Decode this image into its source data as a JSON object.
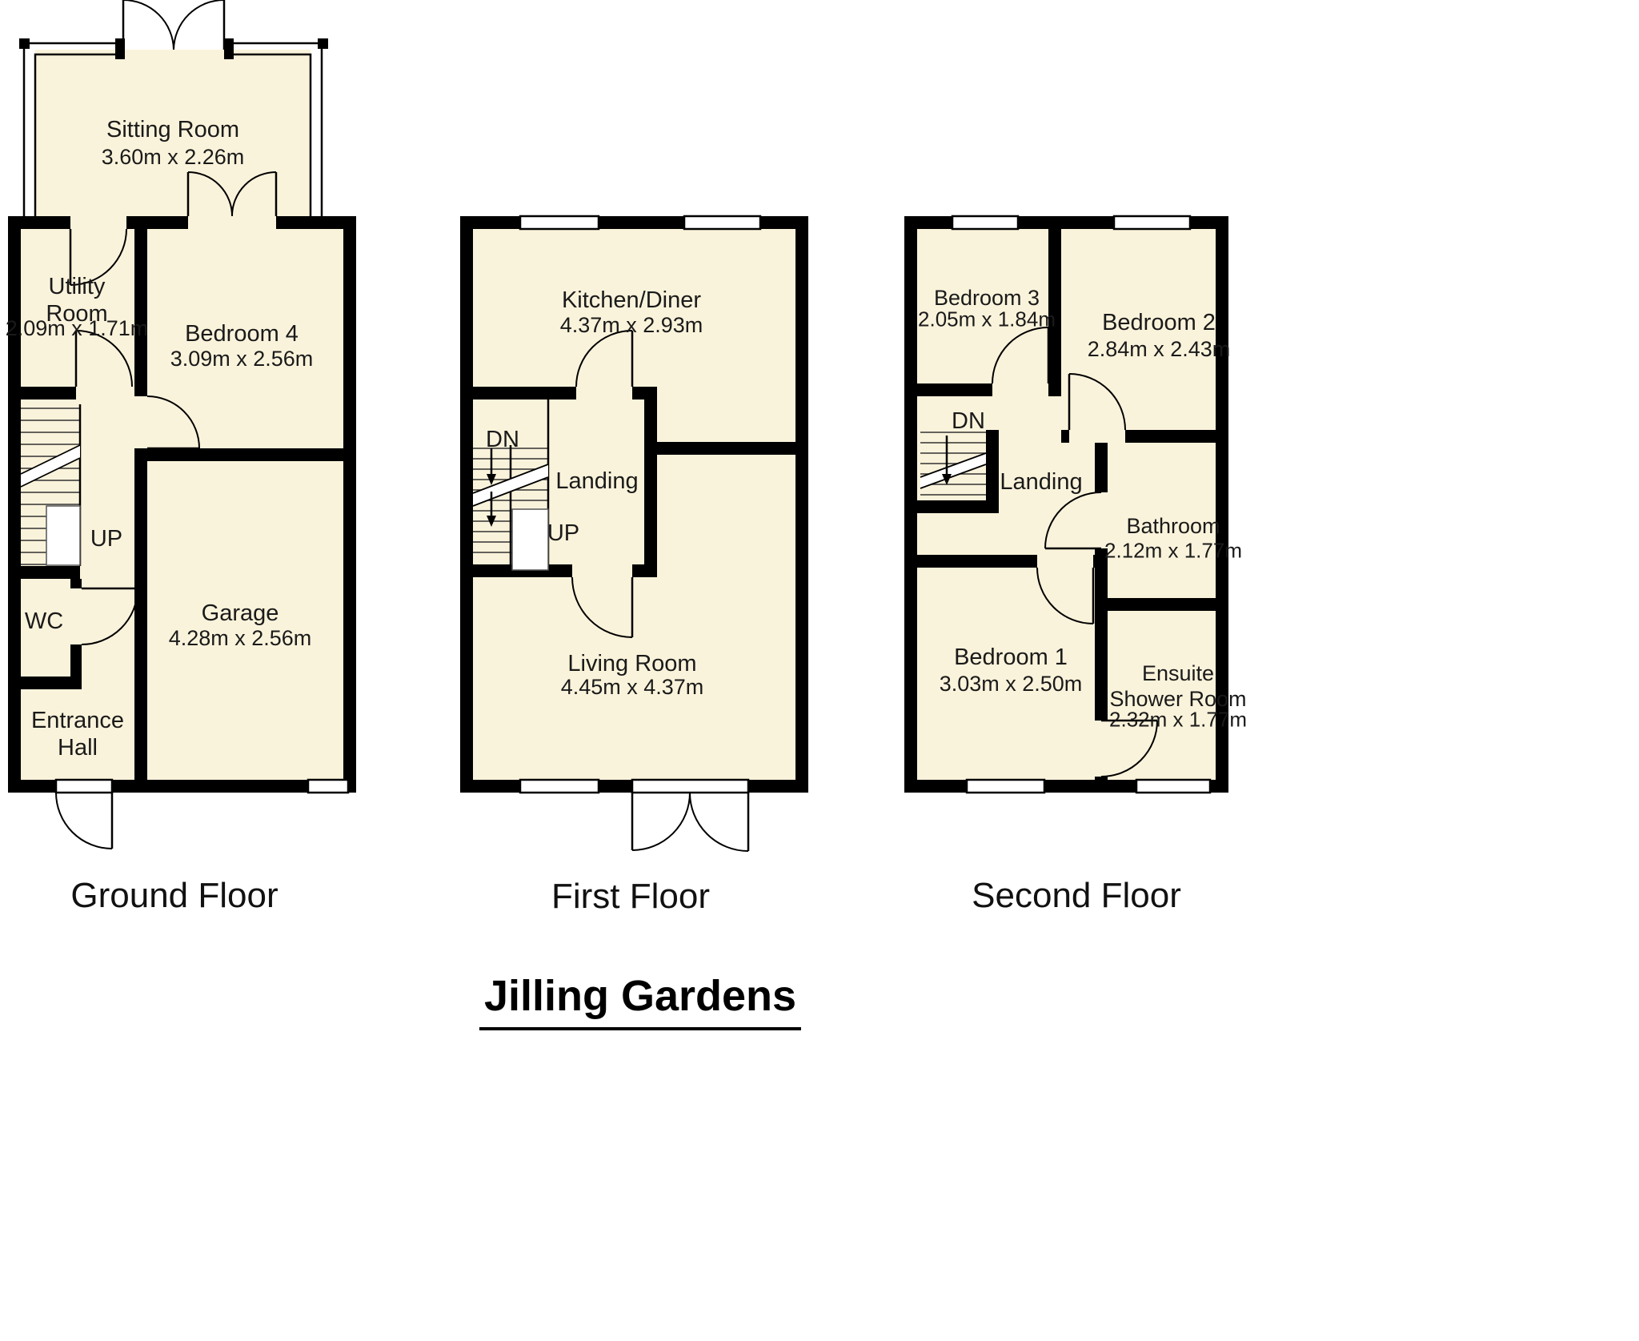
{
  "title": "Jilling Gardens",
  "colors": {
    "room_fill": "#FAF3DB",
    "wall": "#000000",
    "text": "#1A1A1A"
  },
  "floors": {
    "ground": {
      "label": "Ground Floor",
      "rooms": {
        "sitting": {
          "name": "Sitting Room",
          "dims": "3.60m x 2.26m"
        },
        "utility": {
          "name": "Utility Room",
          "dims": "2.09m x 1.71m"
        },
        "bedroom4": {
          "name": "Bedroom 4",
          "dims": "3.09m x 2.56m"
        },
        "wc": {
          "name": "WC"
        },
        "garage": {
          "name": "Garage",
          "dims": "4.28m x 2.56m"
        },
        "entrance": {
          "name": "Entrance Hall"
        }
      },
      "stairs": {
        "up": "UP"
      }
    },
    "first": {
      "label": "First Floor",
      "rooms": {
        "kitchen": {
          "name": "Kitchen/Diner",
          "dims": "4.37m x 2.93m"
        },
        "landing": {
          "name": "Landing"
        },
        "living": {
          "name": "Living Room",
          "dims": "4.45m x 4.37m"
        }
      },
      "stairs": {
        "down": "DN",
        "up": "UP"
      }
    },
    "second": {
      "label": "Second Floor",
      "rooms": {
        "bedroom3": {
          "name": "Bedroom 3",
          "dims": "2.05m x 1.84m"
        },
        "bedroom2": {
          "name": "Bedroom 2",
          "dims": "2.84m x 2.43m"
        },
        "landing": {
          "name": "Landing"
        },
        "bathroom": {
          "name": "Bathroom",
          "dims": "2.12m x 1.77m"
        },
        "bedroom1": {
          "name": "Bedroom 1",
          "dims": "3.03m x 2.50m"
        },
        "ensuite": {
          "name": "Ensuite Shower Room",
          "dims": "2.32m x 1.77m"
        }
      },
      "stairs": {
        "down": "DN"
      }
    }
  }
}
